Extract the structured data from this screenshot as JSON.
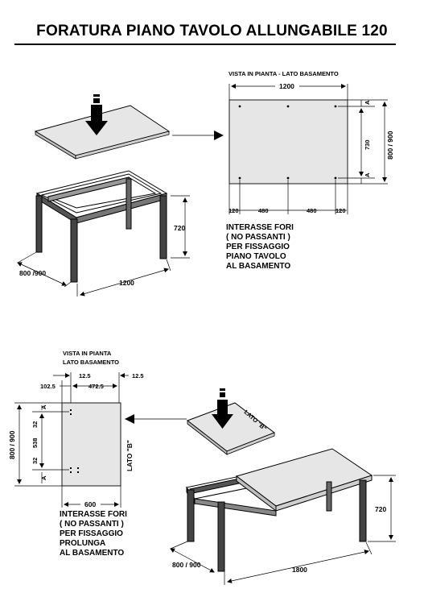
{
  "title": "FORATURA PIANO TAVOLO ALLUNGABILE 120",
  "top": {
    "view_title": "VISTA IN PIANTA  - LATO BASAMENTO",
    "width_total": "1200",
    "depth_label": "800 / 900",
    "hole_spacing_v": "730",
    "marker_a": "A",
    "seg_120_left": "120",
    "seg_480_a": "480",
    "seg_480_b": "480",
    "seg_120_right": "120",
    "table_height": "720",
    "table_depth": "800 /900",
    "table_length": "1200",
    "note": [
      "INTERASSE FORI",
      "( NO PASSANTI )",
      "PER FISSAGGIO",
      "PIANO TAVOLO",
      "AL BASAMENTO"
    ]
  },
  "bottom": {
    "view_title_1": "VISTA IN PIANTA",
    "view_title_2": "LATO BASAMENTO",
    "off_12_5_left": "12.5",
    "off_12_5_right": "12.5",
    "off_102_5": "102.5",
    "span_472_5": "472.5",
    "depth_label": "800 / 900",
    "seg_32_top": "32",
    "seg_538": "538",
    "seg_32_bottom": "32",
    "marker_a": "A",
    "lato_b": "LATO \"B\"",
    "lato_b_small": "LATO \"B\"",
    "width_600": "600",
    "table_height": "720",
    "table_depth": "800 / 900",
    "table_length": "1800",
    "note": [
      "INTERASSE FORI",
      "( NO PASSANTI )",
      "PER FISSAGGIO",
      "PROLUNGA",
      "AL BASAMENTO"
    ]
  }
}
